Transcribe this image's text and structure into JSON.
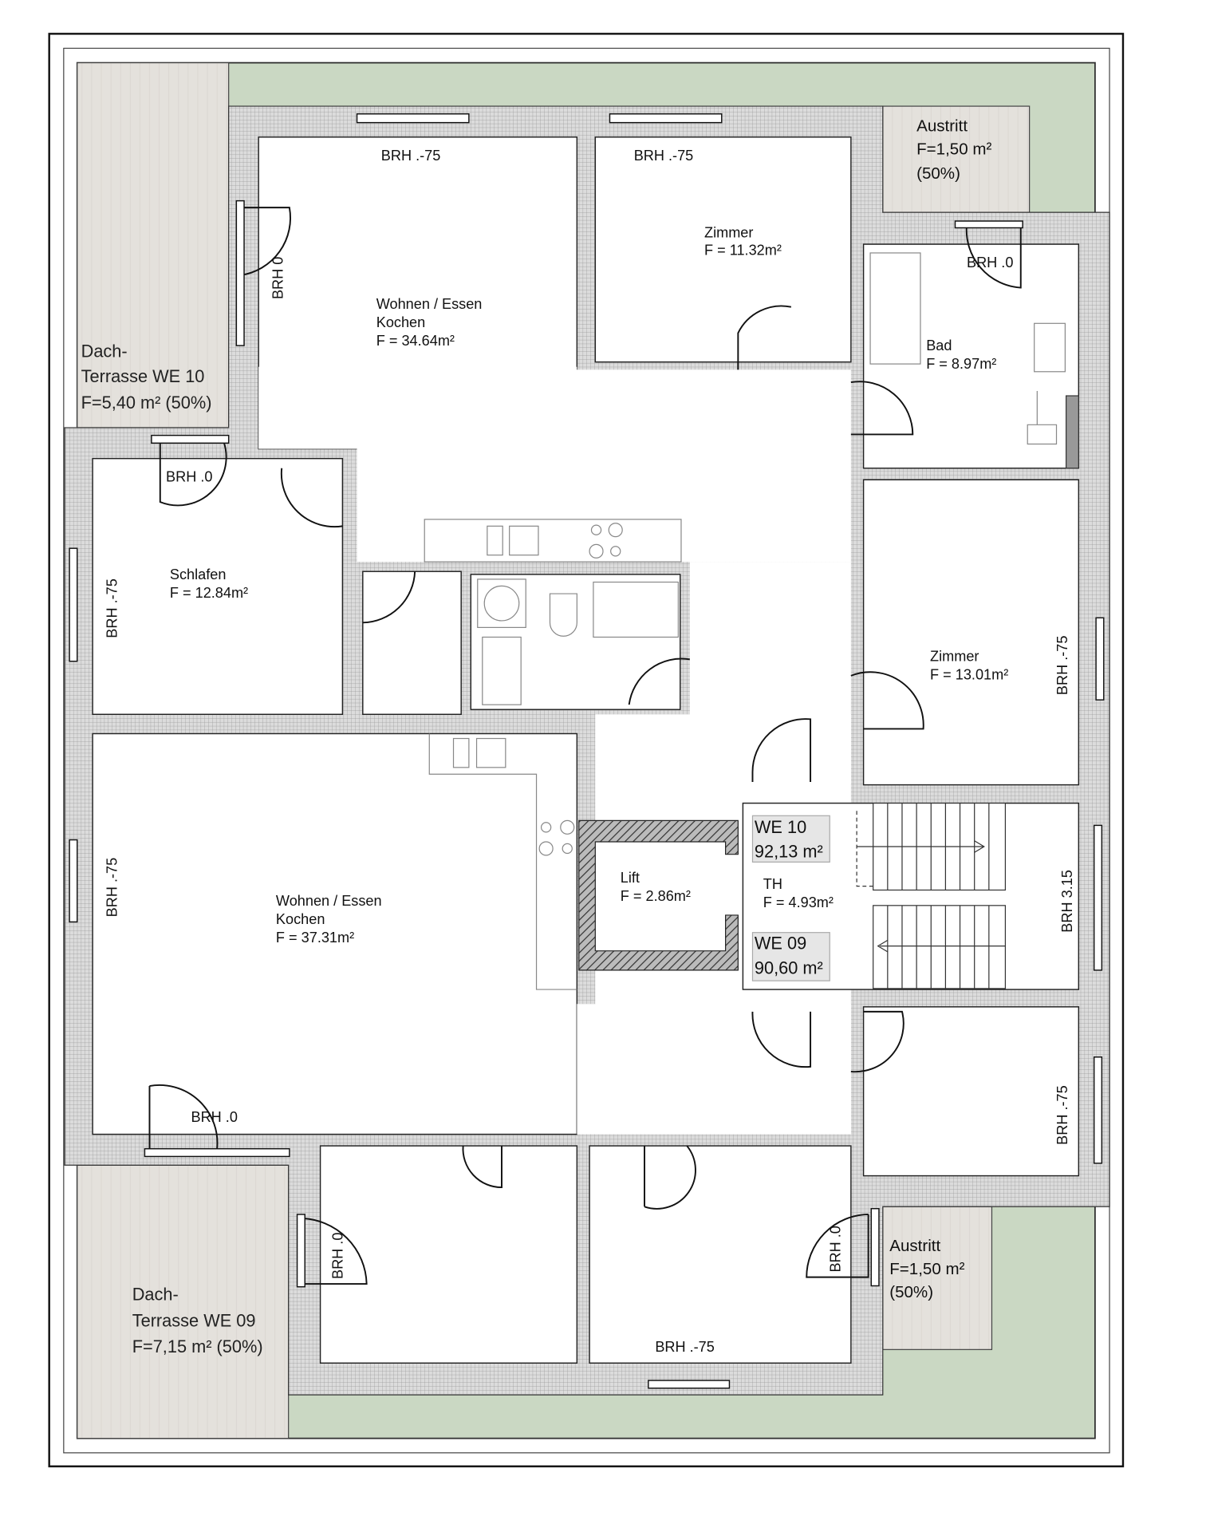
{
  "colors": {
    "green": "#cad8c3",
    "terrace": "#e4e1dc",
    "wall": "#d6d6d6",
    "lift_hatch": "#555555",
    "label_box": "#e6e6e6"
  },
  "we10": {
    "terrace": [
      "Dach-",
      "Terrasse WE 10",
      "F=5,40 m² (50%)"
    ],
    "austritt": [
      "Austritt",
      "F=1,50 m²",
      "(50%)"
    ],
    "wohnen": [
      "Wohnen / Essen",
      "Kochen",
      "F = 34.64m²"
    ],
    "zimmer1": [
      "Zimmer",
      "F = 11.32m²"
    ],
    "bad": [
      "Bad",
      "F = 8.97m²"
    ],
    "schlafen": [
      "Schlafen",
      "F = 12.84m²"
    ],
    "zimmer2": [
      "Zimmer",
      "F = 13.01m²"
    ],
    "area": [
      "WE 10",
      "92,13 m²"
    ]
  },
  "we09": {
    "terrace": [
      "Dach-",
      "Terrasse WE 09",
      "F=7,15 m² (50%)"
    ],
    "austritt": [
      "Austritt",
      "F=1,50 m²",
      "(50%)"
    ],
    "wohnen": [
      "Wohnen / Essen",
      "Kochen",
      "F = 37.31m²"
    ],
    "area": [
      "WE 09",
      "90,60 m²"
    ]
  },
  "core": {
    "lift": [
      "Lift",
      "F = 2.86m²"
    ],
    "th": [
      "TH",
      "F = 4.93m²"
    ]
  },
  "brh": {
    "top_wohnen": "BRH .-75",
    "top_zimmer": "BRH .-75",
    "wohnen_left": "BRH 0",
    "bad": "BRH .0",
    "schlafen_top": "BRH .0",
    "schlafen_left": "BRH .-75",
    "zimmer2_right": "BRH .-75",
    "wohnen09_left": "BRH .-75",
    "stair_right": "BRH 3.15",
    "zimmer3_right": "BRH .-75",
    "wohnen09_bottom": "BRH .0",
    "room_bl": "BRH .0",
    "room_br": "BRH .0",
    "bottom": "BRH .-75"
  }
}
